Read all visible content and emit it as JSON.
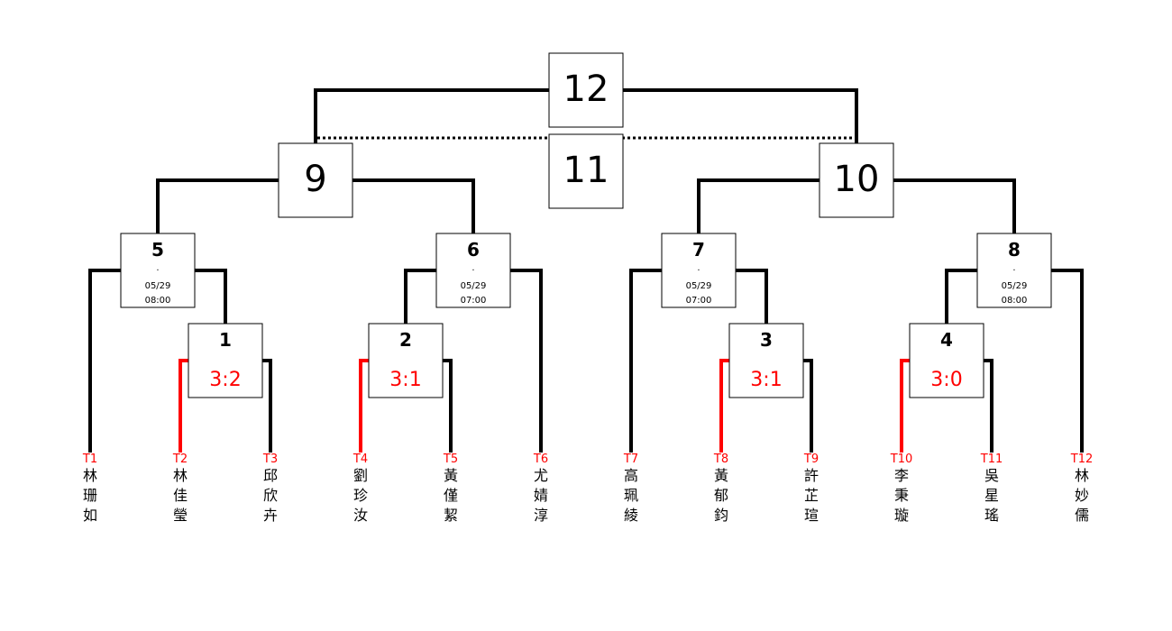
{
  "colors": {
    "line": "#000000",
    "winner_line": "#ff0000",
    "score": "#ff0000",
    "team_code": "#ff0000"
  },
  "matches": {
    "m12": {
      "number": "12"
    },
    "m11": {
      "number": "11"
    },
    "m9": {
      "number": "9"
    },
    "m10": {
      "number": "10"
    },
    "m5": {
      "number": "5",
      "dot": ".",
      "date": "05/29",
      "time": "08:00"
    },
    "m6": {
      "number": "6",
      "dot": ".",
      "date": "05/29",
      "time": "07:00"
    },
    "m7": {
      "number": "7",
      "dot": ".",
      "date": "05/29",
      "time": "07:00"
    },
    "m8": {
      "number": "8",
      "dot": ".",
      "date": "05/29",
      "time": "08:00"
    },
    "m1": {
      "number": "1",
      "score": "3:2"
    },
    "m2": {
      "number": "2",
      "score": "3:1"
    },
    "m3": {
      "number": "3",
      "score": "3:1"
    },
    "m4": {
      "number": "4",
      "score": "3:0"
    }
  },
  "teams": [
    {
      "code": "T1",
      "name": [
        "林",
        "珊",
        "如"
      ]
    },
    {
      "code": "T2",
      "name": [
        "林",
        "佳",
        "瑩"
      ]
    },
    {
      "code": "T3",
      "name": [
        "邱",
        "欣",
        "卉"
      ]
    },
    {
      "code": "T4",
      "name": [
        "劉",
        "珍",
        "汝"
      ]
    },
    {
      "code": "T5",
      "name": [
        "黃",
        "僅",
        "絜"
      ]
    },
    {
      "code": "T6",
      "name": [
        "尤",
        "婧",
        "淳"
      ]
    },
    {
      "code": "T7",
      "name": [
        "高",
        "珮",
        "綾"
      ]
    },
    {
      "code": "T8",
      "name": [
        "黃",
        "郁",
        "鈞"
      ]
    },
    {
      "code": "T9",
      "name": [
        "許",
        "芷",
        "瑄"
      ]
    },
    {
      "code": "T10",
      "name": [
        "李",
        "秉",
        "璇"
      ]
    },
    {
      "code": "T11",
      "name": [
        "吳",
        "星",
        "瑤"
      ]
    },
    {
      "code": "T12",
      "name": [
        "林",
        "妙",
        "儒"
      ]
    }
  ]
}
